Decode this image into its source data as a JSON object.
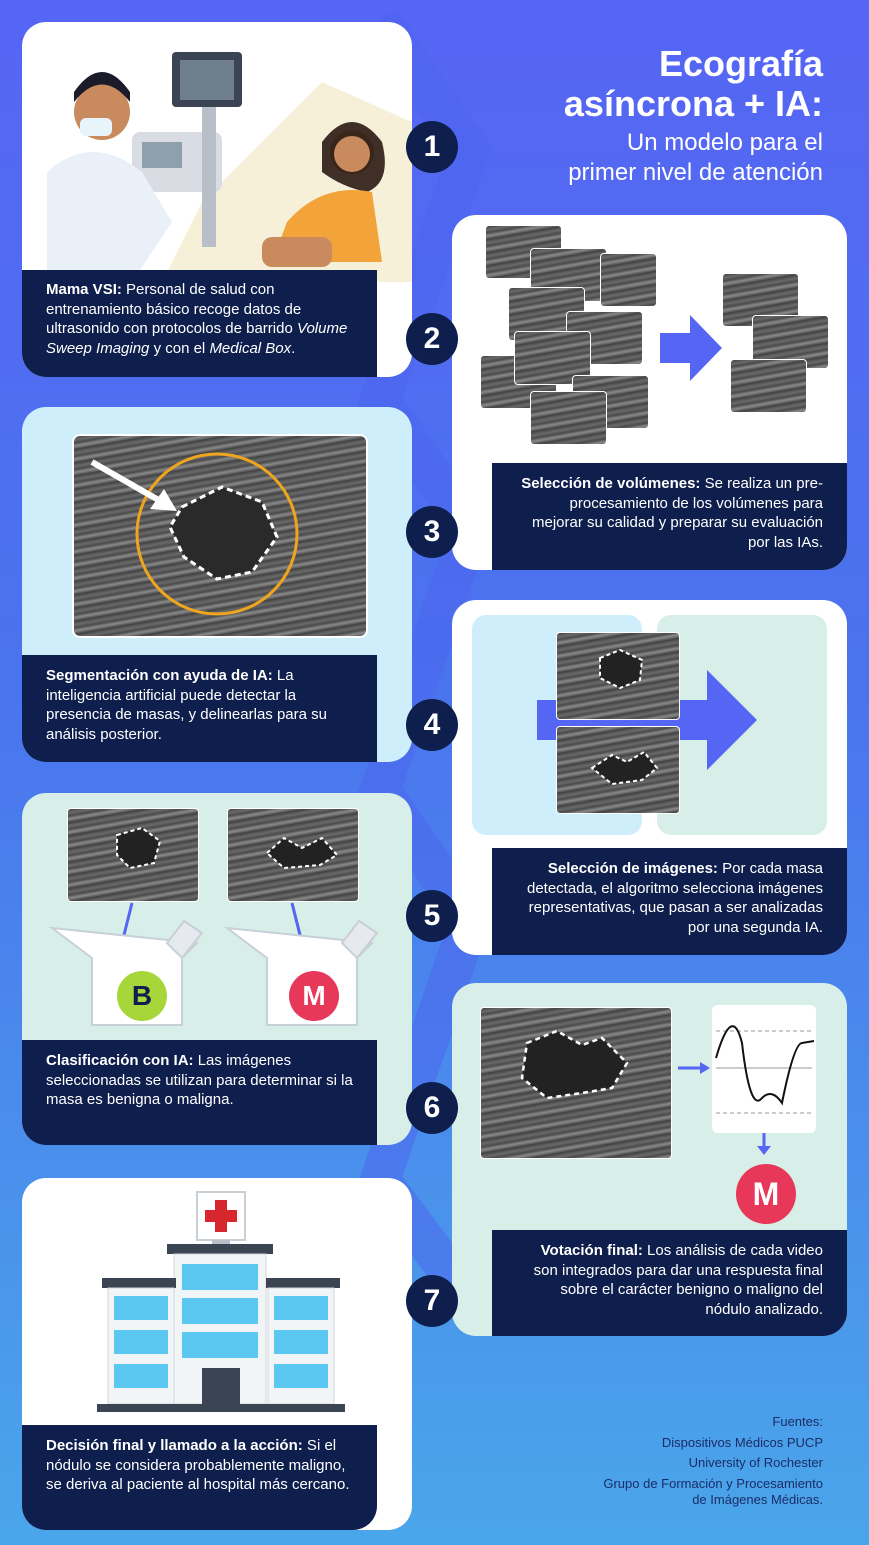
{
  "title": {
    "line1": "Ecografía",
    "line2": "asíncrona + IA:",
    "subtitle1": "Un modelo para el",
    "subtitle2": "primer nivel de atención"
  },
  "steps": [
    {
      "number": "1",
      "heading": "Mama VSI:",
      "text1": " Personal de salud con entrenamiento básico recoge datos de ultrasonido con protocolos de barrido ",
      "italic1": "Volume Sweep Imaging",
      "text2": " y con el ",
      "italic2": "Medical Box",
      "text3": "."
    },
    {
      "number": "2",
      "heading": "Selección de volúmenes:",
      "text": " Se realiza un pre-procesamiento de los volúmenes para mejorar su calidad y preparar su evaluación por las IAs."
    },
    {
      "number": "3",
      "heading": "Segmentación con ayuda de IA:",
      "text": " La inteligencia artificial puede detectar la presencia de masas, y delinearlas para su análisis posterior."
    },
    {
      "number": "4",
      "heading": "Selección de imágenes:",
      "text": " Por cada masa detectada, el algoritmo selecciona imágenes representativas, que pasan a ser analizadas por una segunda IA."
    },
    {
      "number": "5",
      "heading": "Clasificación con IA:",
      "text": " Las imágenes seleccionadas se utilizan para determinar si la masa es benigna o maligna."
    },
    {
      "number": "6",
      "heading": "Votación final:",
      "text": " Los análisis de cada video son integrados para dar una respuesta final sobre el carácter benigno o maligno del nódulo analizado."
    },
    {
      "number": "7",
      "heading": "Decisión final y llamado a la acción:",
      "text": " Si el nódulo se considera probablemente maligno, se deriva al paciente al hospital más cercano."
    }
  ],
  "badges": {
    "benign": "B",
    "malignant": "M",
    "final": "M"
  },
  "sources": {
    "label": "Fuentes:",
    "items": [
      "Dispositivos Médicos PUCP",
      "University of Rochester",
      "Grupo de Formación y Procesamiento",
      "de Imágenes Médicas."
    ]
  },
  "colors": {
    "navy": "#0f1f4d",
    "accent": "#5566f5",
    "benign": "#a6d63a",
    "malignant": "#e8385a",
    "ring": "#f0a51e"
  }
}
